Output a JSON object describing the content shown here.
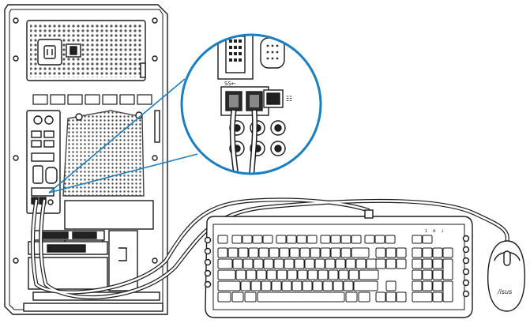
{
  "diagram": {
    "zoom_port_symbol": "SS←",
    "lan_port_symbol": "☷",
    "mouse_logo": "/isus",
    "keyboard_led_labels": [
      "1",
      "A",
      "↓"
    ]
  },
  "colors": {
    "line": "#1a1a1a",
    "zoom_ring": "#1a7fc1",
    "panel_fill": "#ffffff",
    "vent": "#555555"
  },
  "icons": [
    "power-socket-icon",
    "power-switch-icon",
    "usb-port-icon",
    "ps2-port-icon",
    "lan-port-icon",
    "audio-jack-icon",
    "mouse-icon",
    "keyboard-icon"
  ]
}
